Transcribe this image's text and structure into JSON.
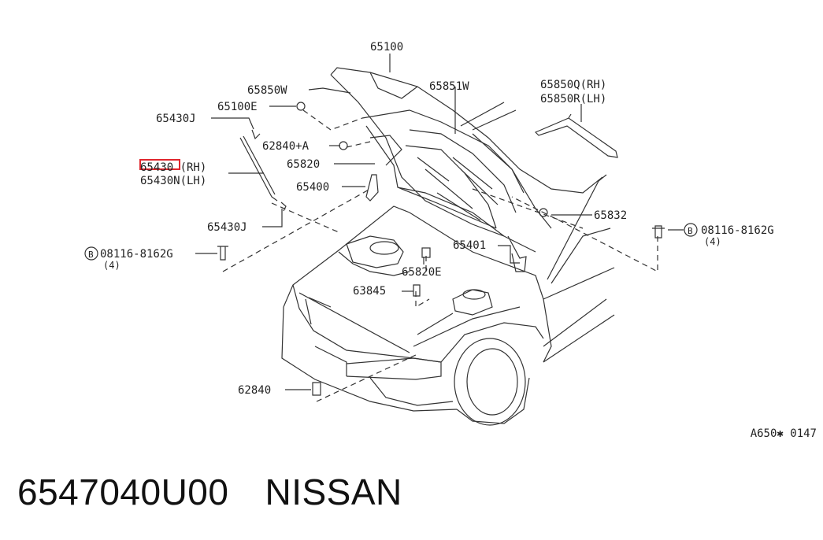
{
  "labels": {
    "p65100": "65100",
    "p65850W": "65850W",
    "p65851W": "65851W",
    "p65850Q": "65850Q(RH)",
    "p65850R": "65850R(LH)",
    "p65100E": "65100E",
    "p65430J_top": "65430J",
    "p62840A": "62840+A",
    "p65820": "65820",
    "p65430_rh": "65430 (RH)",
    "p65430N": "65430N(LH)",
    "p65400": "65400",
    "p65832": "65832",
    "p65430J_bottom": "65430J",
    "p08116_left": "08116-8162G",
    "qty_left": "(4)",
    "p08116_right": "08116-8162G",
    "qty_right": "(4)",
    "p65401": "65401",
    "p65820E": "65820E",
    "p63845": "63845",
    "p62840": "62840",
    "bolt_symbol": "B"
  },
  "reference_code": "A650✱ 0147",
  "caption": {
    "part_number": "6547040U00",
    "brand": "NISSAN"
  },
  "colors": {
    "line": "#333333",
    "highlight": "#e0262d"
  }
}
